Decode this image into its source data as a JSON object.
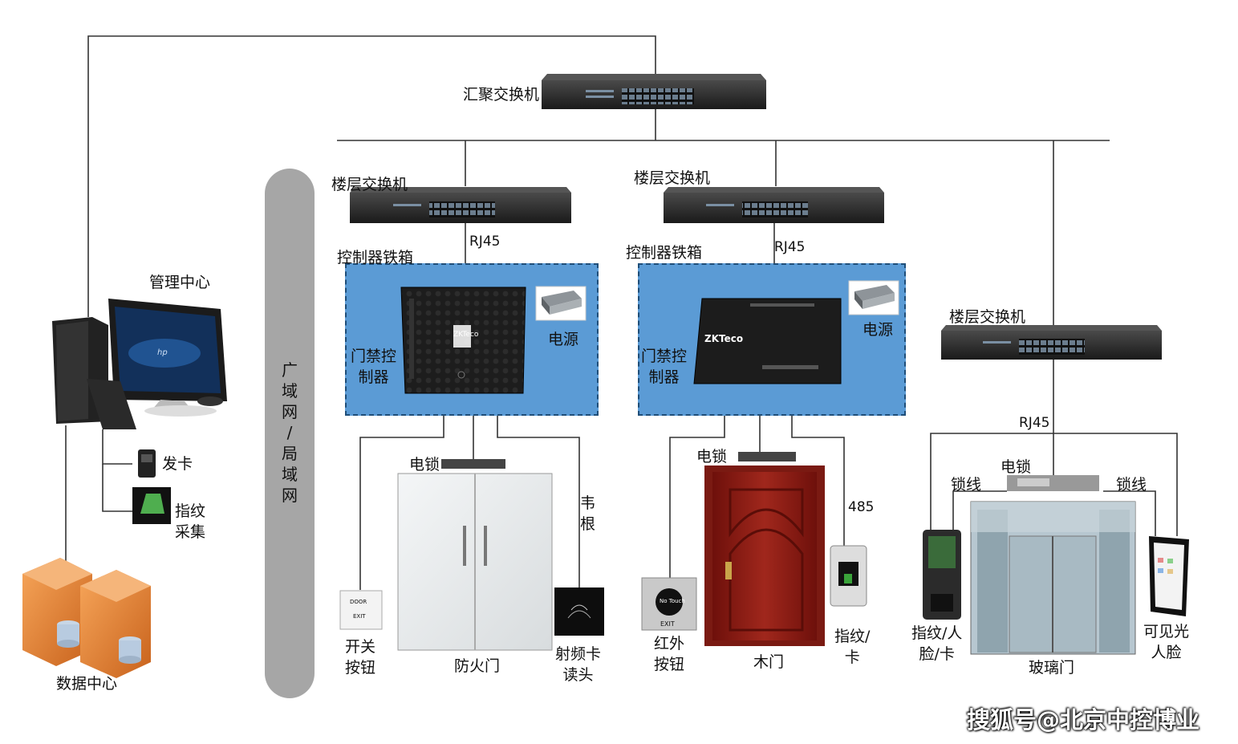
{
  "labels": {
    "core_switch": "汇聚交换机",
    "floor_switch_1": "楼层交换机",
    "floor_switch_2": "楼层交换机",
    "floor_switch_3": "楼层交换机",
    "rj45_1": "RJ45",
    "rj45_2": "RJ45",
    "rj45_3": "RJ45",
    "cabinet_1": "控制器铁箱",
    "cabinet_2": "控制器铁箱",
    "power_1": "电源",
    "power_2": "电源",
    "controller_1_a": "门禁控",
    "controller_1_b": "制器",
    "controller_2_a": "门禁控",
    "controller_2_b": "制器",
    "mgmt_center": "管理中心",
    "issue_card": "发卡",
    "fp_collect_a": "指纹",
    "fp_collect_b": "采集",
    "data_center": "数据中心",
    "wan_lan": [
      "广",
      "域",
      "网",
      "/",
      "局",
      "域",
      "网"
    ],
    "lock_1": "电锁",
    "lock_2": "电锁",
    "lock_3": "电锁",
    "wiegand_a": "韦",
    "wiegand_b": "根",
    "exit_btn_a": "开关",
    "exit_btn_b": "按钮",
    "fire_door": "防火门",
    "rf_reader_a": "射频卡",
    "rf_reader_b": "读头",
    "rs485": "485",
    "ir_btn_a": "红外",
    "ir_btn_b": "按钮",
    "wood_door": "木门",
    "fp_card_a": "指纹/",
    "fp_card_b": "卡",
    "lock_wire_1": "锁线",
    "lock_wire_2": "锁线",
    "fp_face_a": "指纹/人",
    "fp_face_b": "脸/卡",
    "glass_door": "玻璃门",
    "visible_face_a": "可见光",
    "visible_face_b": "人脸",
    "brand_1": "ZKTeco",
    "brand_2": "ZKTeco",
    "door_sign_a": "DOOR",
    "door_sign_b": "EXIT",
    "ir_sign_a": "No Touch",
    "ir_sign_b": "EXIT",
    "hp_logo": "hp"
  },
  "watermark": "搜狐号@北京中控博业",
  "colors": {
    "cabinet_fill": "#5b9bd5",
    "cabinet_border": "#1f4e79",
    "wan_bar": "#a6a6a6",
    "server_orange": "#e8822a",
    "door_wood": "#8b1a14"
  }
}
